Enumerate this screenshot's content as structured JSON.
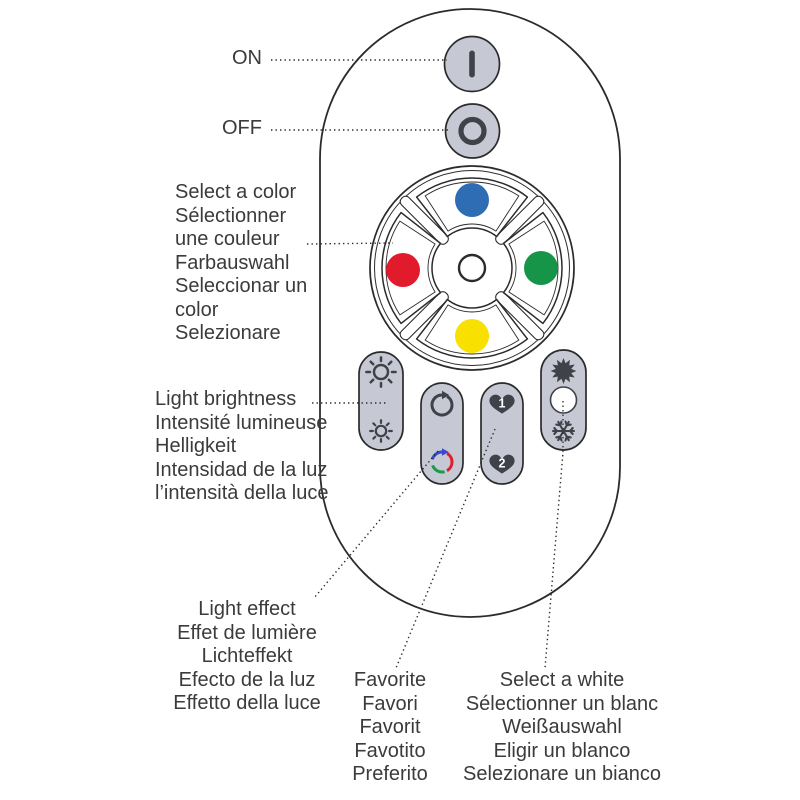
{
  "title": "Light remote control diagram",
  "colors": {
    "background": "#ffffff",
    "outline": "#2b2b2b",
    "button_fill": "#c6c9d4",
    "icon_dark": "#3f4249",
    "blue": "#2e6db4",
    "red": "#e11a2c",
    "green": "#169448",
    "yellow": "#f8e000",
    "rgb_blue": "#3a47cf",
    "rgb_red": "#dd1f2d",
    "rgb_green": "#1a9a4a",
    "text": "#3b3b3d"
  },
  "labels": {
    "on": "ON",
    "off": "OFF",
    "select_color": {
      "lines": [
        "Select a color",
        "Sélectionner",
        "une couleur",
        "Farbauswahl",
        "Seleccionar un",
        "color",
        "Selezionare"
      ]
    },
    "light_brightness": {
      "lines": [
        "Light brightness",
        "Intensité lumineuse",
        "Helligkeit",
        "Intensidad de la luz",
        "l’intensità della luce"
      ]
    },
    "light_effect": {
      "lines": [
        "Light effect",
        "Effet de lumière",
        "Lichteffekt",
        "Efecto de la luz",
        "Effetto della luce"
      ]
    },
    "favorite": {
      "lines": [
        "Favorite",
        "Favori",
        "Favorit",
        "Favotito",
        "Preferito"
      ]
    },
    "select_white": {
      "lines": [
        "Select a white",
        "Sélectionner un blanc",
        "Weißauswahl",
        "Eligir un blanco",
        "Selezionare un bianco"
      ]
    }
  },
  "remote": {
    "favorite_1_number": "1",
    "favorite_2_number": "2",
    "icons": {
      "power_on": "vertical-bar",
      "power_off": "ring",
      "brightness_high": "sun-large",
      "brightness_low": "sun-small",
      "light_effect_cycle": "circular-arrow",
      "light_effect_rgb": "rgb-circular-arrow",
      "favorite_1": "heart-1",
      "favorite_2": "heart-2",
      "white_warm": "sunburst",
      "white_neutral": "white-circle",
      "white_cool": "snowflake"
    }
  }
}
